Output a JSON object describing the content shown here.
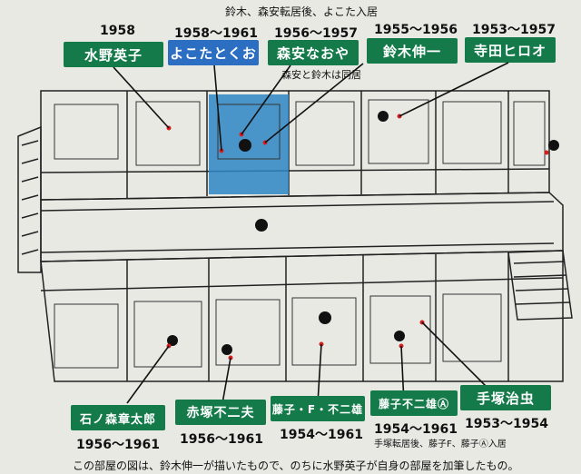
{
  "header_note": "鈴木、森安転居後、よこた入居",
  "sub_note": "森安と鈴木は同居",
  "top_residents": [
    {
      "name": "水野英子",
      "years": "1958",
      "color": "green"
    },
    {
      "name": "よこたとくお",
      "years": "1958〜1961",
      "color": "blue"
    },
    {
      "name": "森安なおや",
      "years": "1956〜1957",
      "color": "green"
    },
    {
      "name": "鈴木伸一",
      "years": "1955〜1956",
      "color": "green"
    },
    {
      "name": "寺田ヒロオ",
      "years": "1953〜1957",
      "color": "green"
    }
  ],
  "bottom_residents": [
    {
      "name": "石ノ森章太郎",
      "years": "1956〜1961"
    },
    {
      "name": "赤塚不二夫",
      "years": "1956〜1961"
    },
    {
      "name": "藤子・F・不二雄",
      "years": "1954〜1961"
    },
    {
      "name": "藤子不二雄Ⓐ",
      "years": "1954〜1961"
    },
    {
      "name": "手塚治虫",
      "years": "1953〜1954"
    }
  ],
  "bottom_note": "手塚転居後、藤子F、藤子Ⓐ入居",
  "caption": "この部屋の図は、鈴木伸一が描いたもので、のちに水野英子が自身の部屋を加筆したもの。",
  "colors": {
    "green": "#147a4a",
    "blue": "#2c6fc2",
    "highlight": "#2d86c6"
  }
}
